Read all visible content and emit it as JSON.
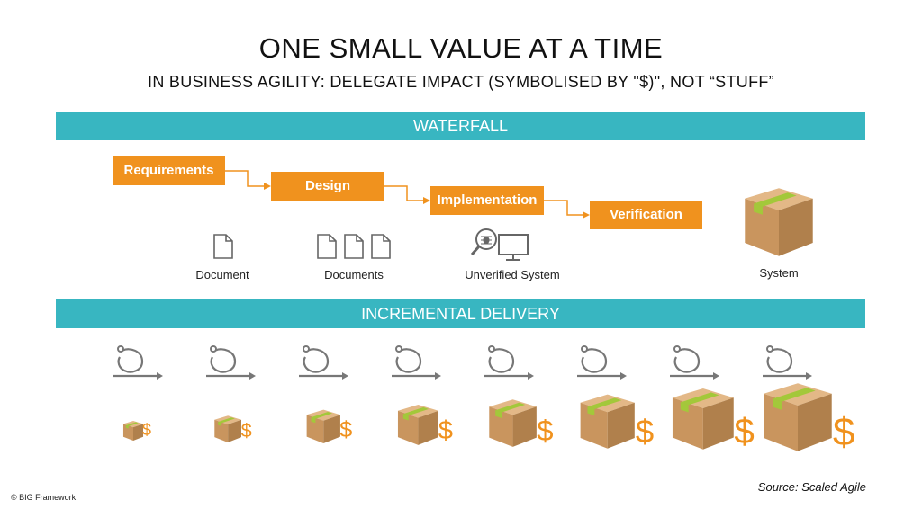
{
  "title": "ONE SMALL VALUE AT A TIME",
  "subtitle": "IN BUSINESS AGILITY: DELEGATE IMPACT (SYMBOLISED BY \"$)\", NOT “STUFF”",
  "waterfall": {
    "heading": "WATERFALL",
    "steps": [
      "Requirements",
      "Design",
      "Implementation",
      "Verification"
    ],
    "artifacts": [
      "Document",
      "Documents",
      "Unverified System",
      "System"
    ]
  },
  "incremental": {
    "heading": "INCREMENTAL DELIVERY",
    "iterations": [
      {
        "value": 1,
        "currency": "$"
      },
      {
        "value": 2,
        "currency": "$"
      },
      {
        "value": 3,
        "currency": "$"
      },
      {
        "value": 4,
        "currency": "$"
      },
      {
        "value": 5,
        "currency": "$"
      },
      {
        "value": 6,
        "currency": "$"
      },
      {
        "value": 7,
        "currency": "$"
      },
      {
        "value": 8,
        "currency": "$"
      }
    ]
  },
  "source": "Source: Scaled Agile",
  "copyright": "© BIG Framework",
  "colors": {
    "teal": "#38b6c1",
    "orange": "#f0921e",
    "box": "#c9955e",
    "tape": "#a3c83a",
    "icon_gray": "#777777"
  }
}
